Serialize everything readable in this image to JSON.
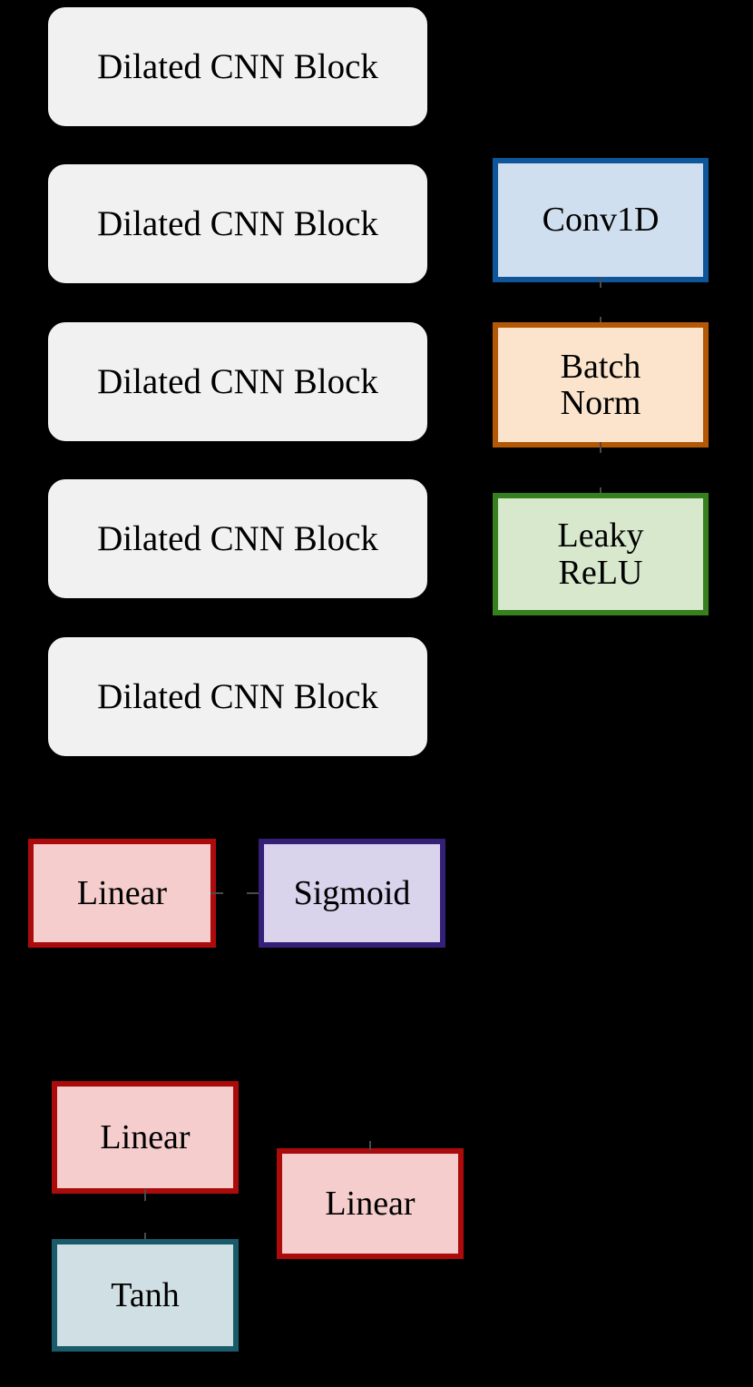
{
  "diagram": {
    "title": "Dilated CNN network architecture block diagram",
    "background_color": "#000000",
    "palette": {
      "cnn_block_fill": "#f1f1f1",
      "conv1d_fill": "#cfdff0",
      "conv1d_border": "#0f559a",
      "batchnorm_fill": "#fce4cc",
      "batchnorm_border": "#b35806",
      "leakyrelu_fill": "#d7e8cd",
      "leakyrelu_border": "#37801f",
      "linear_fill": "#f5cdcd",
      "linear_border": "#ab0b0b",
      "sigmoid_fill": "#d9d3ec",
      "sigmoid_border": "#352078",
      "tanh_fill": "#cfdfe3",
      "tanh_border": "#1a5b6b",
      "connector": "#4a4a4a"
    }
  },
  "cnn_stack": {
    "name": "dilated-cnn-stack",
    "blocks": [
      {
        "label": "Dilated CNN Block"
      },
      {
        "label": "Dilated CNN Block"
      },
      {
        "label": "Dilated CNN Block"
      },
      {
        "label": "Dilated CNN Block"
      },
      {
        "label": "Dilated CNN Block"
      }
    ]
  },
  "legend_stack": {
    "name": "cnn-block-internals",
    "boxes": [
      {
        "label": "Conv1D"
      },
      {
        "label": "Batch\nNorm"
      },
      {
        "label": "Leaky\nReLU"
      }
    ]
  },
  "head_row": {
    "name": "linear-sigmoid-head",
    "boxes": [
      {
        "label": "Linear"
      },
      {
        "label": "Sigmoid"
      }
    ]
  },
  "tail_group": {
    "name": "linear-tanh-head",
    "boxes": [
      {
        "label": "Linear"
      },
      {
        "label": "Tanh"
      },
      {
        "label": "Linear"
      }
    ]
  }
}
